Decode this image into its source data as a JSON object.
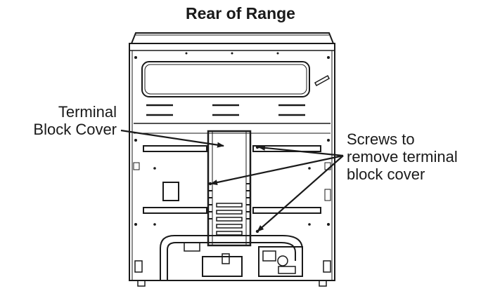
{
  "title": "Rear of Range",
  "callouts": {
    "terminal_block_cover": [
      "Terminal",
      "Block Cover"
    ],
    "screws": [
      "Screws to",
      "remove terminal",
      "block cover"
    ]
  }
}
